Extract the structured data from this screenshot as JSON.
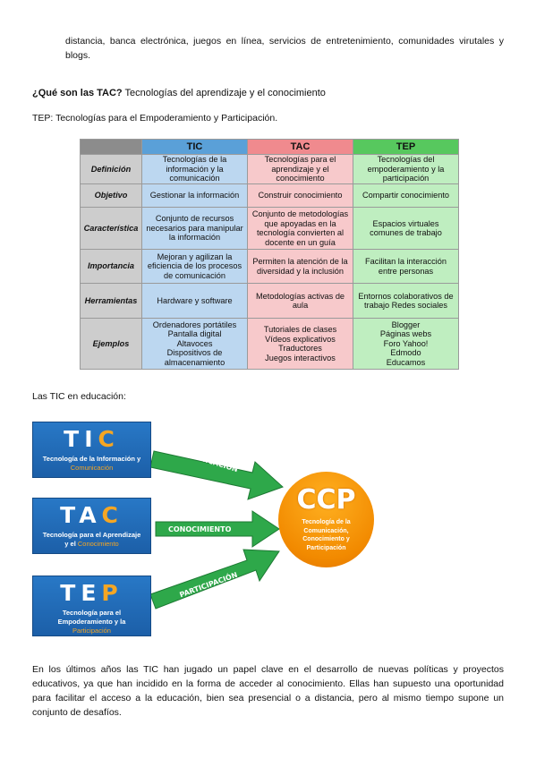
{
  "intro": "distancia, banca electrónica, juegos en línea, servicios de entretenimiento, comunidades virutales y blogs.",
  "tac_heading": {
    "bold": "¿Qué son las TAC?",
    "rest": " Tecnologías del aprendizaje y el conocimiento"
  },
  "tep_line": "TEP: Tecnologías para el Empoderamiento y Participación.",
  "table": {
    "headers": [
      "TIC",
      "TAC",
      "TEP"
    ],
    "rows": [
      {
        "label": "Definición",
        "tic": "Tecnologías de la información y la comunicación",
        "tac": "Tecnologías para el aprendizaje y el conocimiento",
        "tep": "Tecnologías del empoderamiento y la participación"
      },
      {
        "label": "Objetivo",
        "tic": "Gestionar la información",
        "tac": "Construir conocimiento",
        "tep": "Compartir conocimiento"
      },
      {
        "label": "Característica",
        "tic": "Conjunto de recursos necesarios para manipular la información",
        "tac": "Conjunto de metodologías que apoyadas en la tecnología convierten al docente en un guía",
        "tep": "Espacios virtuales comunes de trabajo"
      },
      {
        "label": "Importancia",
        "tic": "Mejoran y agilizan la eficiencia de los procesos de comunicación",
        "tac": "Permiten la atención de la diversidad y la inclusión",
        "tep": "Facilitan la interacción entre personas"
      },
      {
        "label": "Herramientas",
        "tic": "Hardware y software",
        "tac": "Metodologías activas de aula",
        "tep": "Entornos colaborativos de trabajo Redes sociales"
      }
    ],
    "examples": {
      "label": "Ejemplos",
      "tic": [
        "Ordenadores portátiles",
        "Pantalla digital",
        "Altavoces",
        "Dispositivos de",
        "almacenamiento"
      ],
      "tac": [
        "Tutoriales de clases",
        "Vídeos explicativos",
        "Traductores",
        "Juegos interactivos"
      ],
      "tep": [
        "Blogger",
        "Páginas webs",
        "Foro Yahoo!",
        "Edmodo",
        "Educamos"
      ]
    }
  },
  "edu_heading": "Las TIC en educación:",
  "diagram": {
    "boxes": [
      {
        "letters": "TI",
        "last": "C",
        "sub1": "Tecnología de la Información y",
        "sub2": "Comunicación"
      },
      {
        "letters": "TA",
        "last": "C",
        "sub1": "Tecnología para el Aprendizaje",
        "sub2": "y el",
        "sub2b": "Conocimiento"
      },
      {
        "letters": "TE",
        "last": "P",
        "sub1": "Tecnología para el",
        "sub2": "Empoderamiento y la",
        "sub3": "Participación"
      }
    ],
    "arrows": [
      "COMUNICACIÓN",
      "CONOCIMIENTO",
      "PARTICIPACIÓN"
    ],
    "center_title": "CCP",
    "center_sub": "Tecnología de la Comunicación, Conocimiento y Participación"
  },
  "final_paragraph": "En los últimos años las TIC han jugado un papel clave en el desarrollo de nuevas políticas y proyectos educativos, ya que han incidido en la forma de acceder al conocimiento. Ellas han supuesto una oportunidad para facilitar el acceso a la educación, bien sea presencial o a distancia, pero al mismo tiempo supone un conjunto de desafíos.",
  "colors": {
    "tic": "#5aa0d8",
    "tac": "#f08a8e",
    "tep": "#57c85e",
    "box_blue": "#1c5fa8",
    "accent_orange": "#f5a623",
    "arrow_green": "#2ea84a",
    "ccp_orange": "#f28a00"
  }
}
